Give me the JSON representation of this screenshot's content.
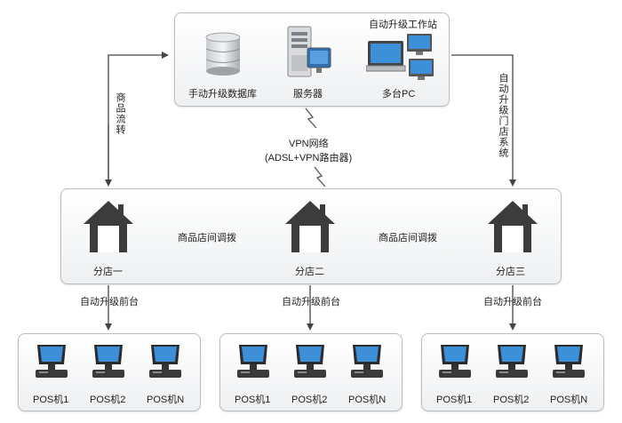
{
  "server_station": {
    "title": "自动升级工作站",
    "db_label": "手动升级数据库",
    "server_label": "服务器",
    "pc_label": "多台PC"
  },
  "network": {
    "line1": "VPN网络",
    "line2": "(ADSL+VPN路由器)"
  },
  "flows": {
    "left_vertical": "商品流转",
    "right_vertical": "自动升级门店系统"
  },
  "stores": {
    "transfer_label": "商品店间调拨",
    "names": [
      "分店一",
      "分店二",
      "分店三"
    ],
    "frontend_label": "自动升级前台"
  },
  "pos_groups": [
    [
      "POS机1",
      "POS机2",
      "POS机N"
    ],
    [
      "POS机1",
      "POS机2",
      "POS机N"
    ],
    [
      "POS机1",
      "POS机2",
      "POS机N"
    ]
  ]
}
